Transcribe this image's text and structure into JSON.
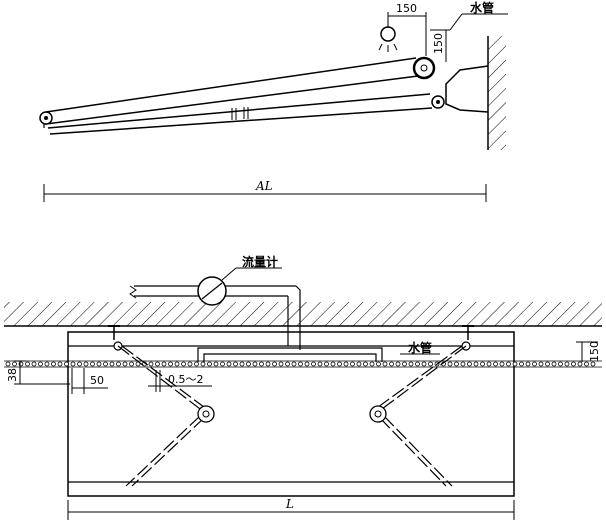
{
  "top_view": {
    "dim_150_horizontal": "150",
    "dim_150_vertical": "150",
    "water_pipe_label": "水管",
    "length_label": "AL"
  },
  "bottom_view": {
    "flowmeter_label": "流量计",
    "water_pipe_label": "水管",
    "dim_38": "38",
    "dim_50": "50",
    "gap_label": "0.5～2",
    "dim_150": "150",
    "length_label": "L"
  }
}
